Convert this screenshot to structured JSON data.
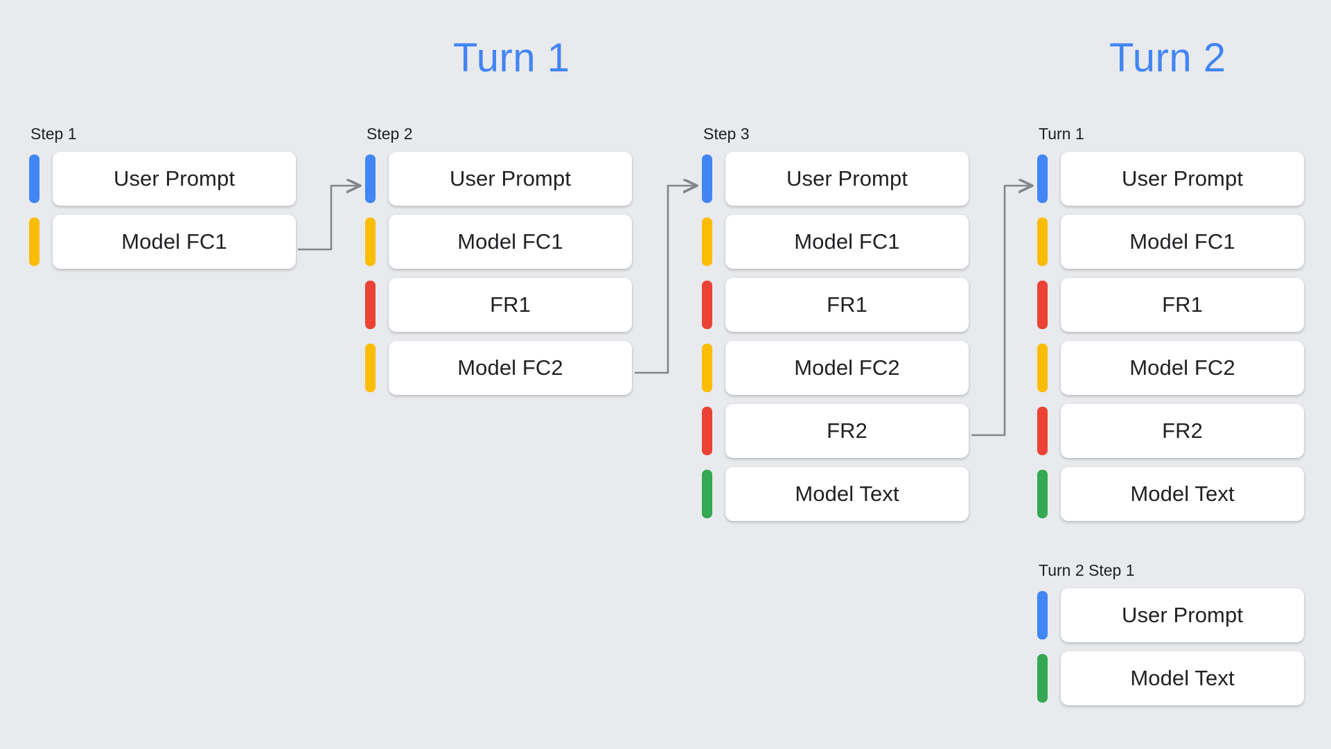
{
  "background_color": "#e8eaed",
  "palette": {
    "blue": "#4285f4",
    "yellow": "#fbbc04",
    "red": "#ea4335",
    "green": "#34a853",
    "card": "#ffffff",
    "text": "#202124",
    "arrow": "#80868b"
  },
  "headings": [
    {
      "label": "Turn 1",
      "color": "#4285f4"
    },
    {
      "label": "Turn 2",
      "color": "#4285f4"
    }
  ],
  "columns": [
    {
      "label": "Step 1",
      "rows": [
        {
          "label": "User Prompt",
          "color": "#4285f4",
          "role": "user-prompt"
        },
        {
          "label": "Model FC1",
          "color": "#fbbc04",
          "role": "model-function-call"
        }
      ]
    },
    {
      "label": "Step 2",
      "rows": [
        {
          "label": "User Prompt",
          "color": "#4285f4",
          "role": "user-prompt"
        },
        {
          "label": "Model FC1",
          "color": "#fbbc04",
          "role": "model-function-call"
        },
        {
          "label": "FR1",
          "color": "#ea4335",
          "role": "function-response"
        },
        {
          "label": "Model FC2",
          "color": "#fbbc04",
          "role": "model-function-call"
        }
      ]
    },
    {
      "label": "Step 3",
      "rows": [
        {
          "label": "User Prompt",
          "color": "#4285f4",
          "role": "user-prompt"
        },
        {
          "label": "Model FC1",
          "color": "#fbbc04",
          "role": "model-function-call"
        },
        {
          "label": "FR1",
          "color": "#ea4335",
          "role": "function-response"
        },
        {
          "label": "Model FC2",
          "color": "#fbbc04",
          "role": "model-function-call"
        },
        {
          "label": "FR2",
          "color": "#ea4335",
          "role": "function-response"
        },
        {
          "label": "Model Text",
          "color": "#34a853",
          "role": "model-text"
        }
      ]
    },
    {
      "label": "Turn 1",
      "rows": [
        {
          "label": "User Prompt",
          "color": "#4285f4",
          "role": "user-prompt"
        },
        {
          "label": "Model FC1",
          "color": "#fbbc04",
          "role": "model-function-call"
        },
        {
          "label": "FR1",
          "color": "#ea4335",
          "role": "function-response"
        },
        {
          "label": "Model FC2",
          "color": "#fbbc04",
          "role": "model-function-call"
        },
        {
          "label": "FR2",
          "color": "#ea4335",
          "role": "function-response"
        },
        {
          "label": "Model Text",
          "color": "#34a853",
          "role": "model-text"
        }
      ]
    },
    {
      "label": "Turn 2 Step 1",
      "rows": [
        {
          "label": "User Prompt",
          "color": "#4285f4",
          "role": "user-prompt"
        },
        {
          "label": "Model Text",
          "color": "#34a853",
          "role": "model-text"
        }
      ]
    }
  ],
  "connectors": [
    {
      "name": "step1-to-step2",
      "from": "Step 1 / Model FC1",
      "to": "Step 2 / User Prompt"
    },
    {
      "name": "step2-to-step3",
      "from": "Step 2 / Model FC2",
      "to": "Step 3 / User Prompt"
    },
    {
      "name": "step3-to-turn1",
      "from": "Step 3 / FR2",
      "to": "Turn 1 / User Prompt"
    }
  ]
}
